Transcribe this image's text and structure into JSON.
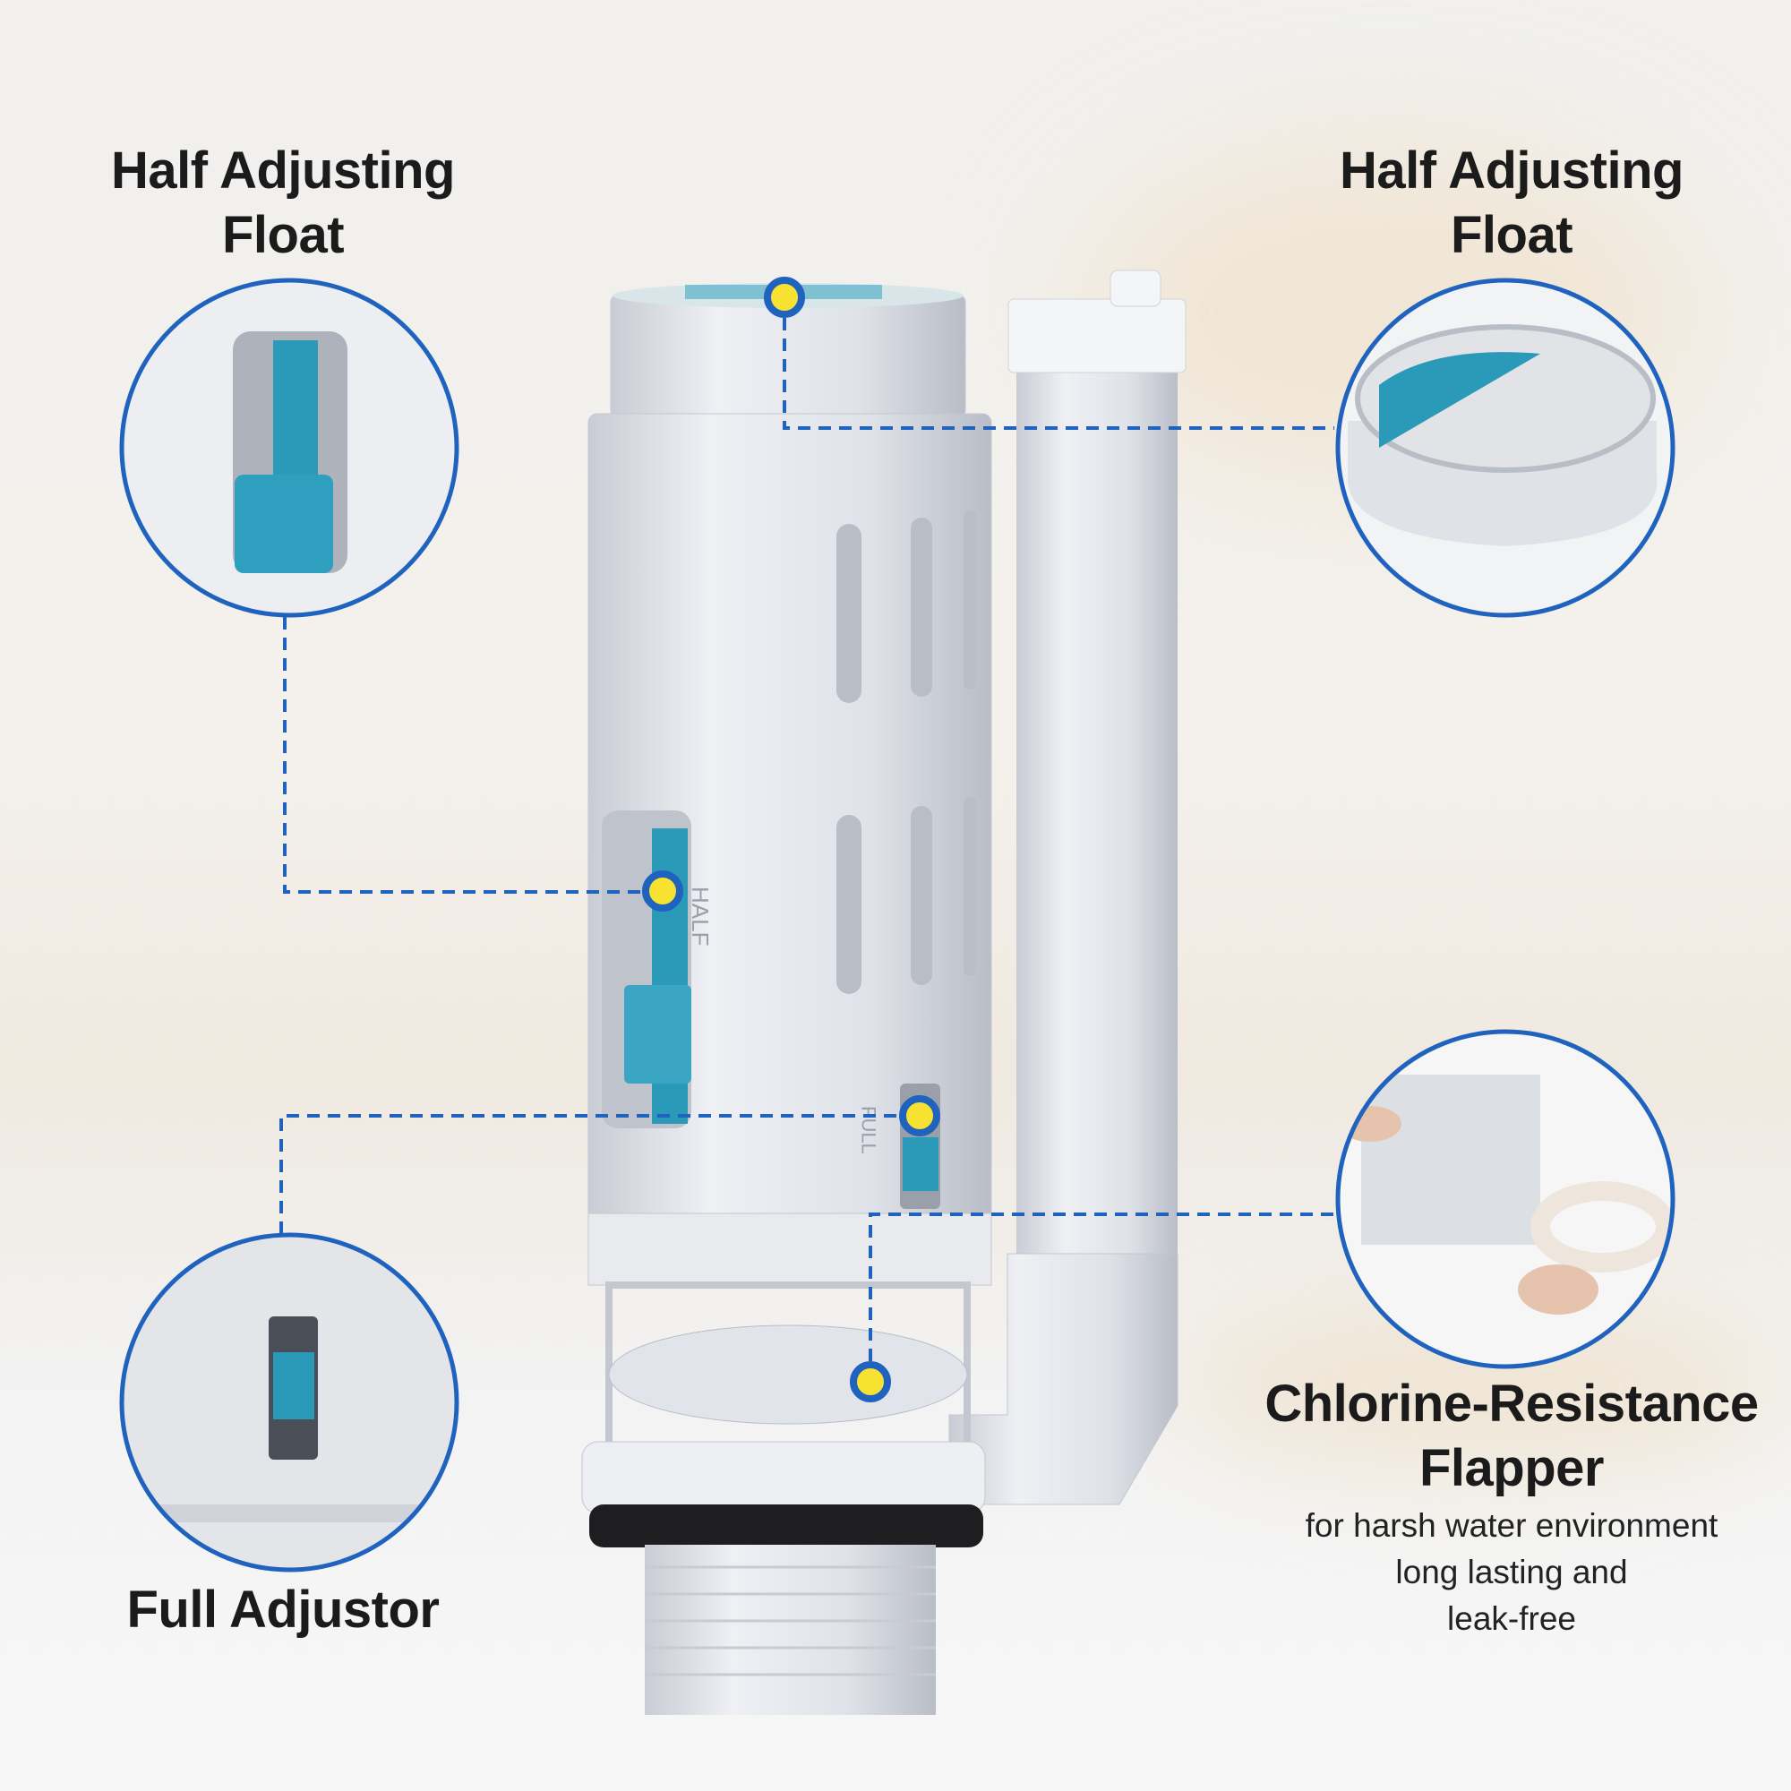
{
  "callouts": {
    "top_left": {
      "line1": "Half Adjusting",
      "line2": "Float"
    },
    "top_right": {
      "line1": "Half Adjusting",
      "line2": "Float"
    },
    "bottom_left": {
      "line1": "Full Adjustor"
    },
    "bottom_right": {
      "line1": "Chlorine-Resistance",
      "line2": "Flapper",
      "desc": [
        "for harsh water environment",
        "long lasting and",
        "leak-free"
      ]
    }
  },
  "scale_labels": {
    "half": "HALF",
    "full": "FULL"
  },
  "colors": {
    "accent_blue": "#1f63bf",
    "dot_yellow": "#f7e232",
    "teal": "#2a9ab8",
    "text": "#1b1b1b"
  }
}
